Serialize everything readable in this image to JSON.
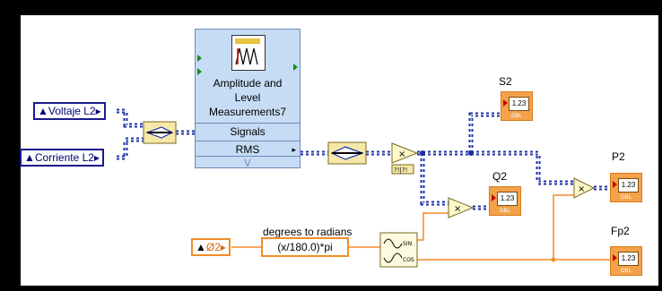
{
  "controls": {
    "voltaje": "Voltaje L2",
    "corriente": "Corriente L2",
    "phi": "Ø2"
  },
  "express_vi": {
    "title_line1": "Amplitude and",
    "title_line2": "Level",
    "title_line3": "Measurements7",
    "terminal_signals": "Signals",
    "terminal_rms": "RMS"
  },
  "formula_node": {
    "label": "degrees to radians",
    "expression": "(x/180.0)*pi"
  },
  "indicators": {
    "s2": {
      "label": "S2",
      "value": "1.23",
      "type": "DBL"
    },
    "q2": {
      "label": "Q2",
      "value": "1.23",
      "type": "DBL"
    },
    "p2": {
      "label": "P2",
      "value": "1.23",
      "type": "DBL"
    },
    "fp2": {
      "label": "Fp2",
      "value": "1.23",
      "type": "DBL"
    }
  },
  "icons": {
    "multiply": "multiply-icon",
    "sincos": "sine-cosine-icon",
    "build_array": "build-array-icon",
    "index_array": "index-array-icon"
  },
  "colors": {
    "background": "#ffffff",
    "frame": "#000000",
    "dynamic_wire": "#1c2fa8",
    "numeric_wire": "#f28c28",
    "express_bg": "#c6dcf5",
    "indicator": "#f4a24a"
  }
}
